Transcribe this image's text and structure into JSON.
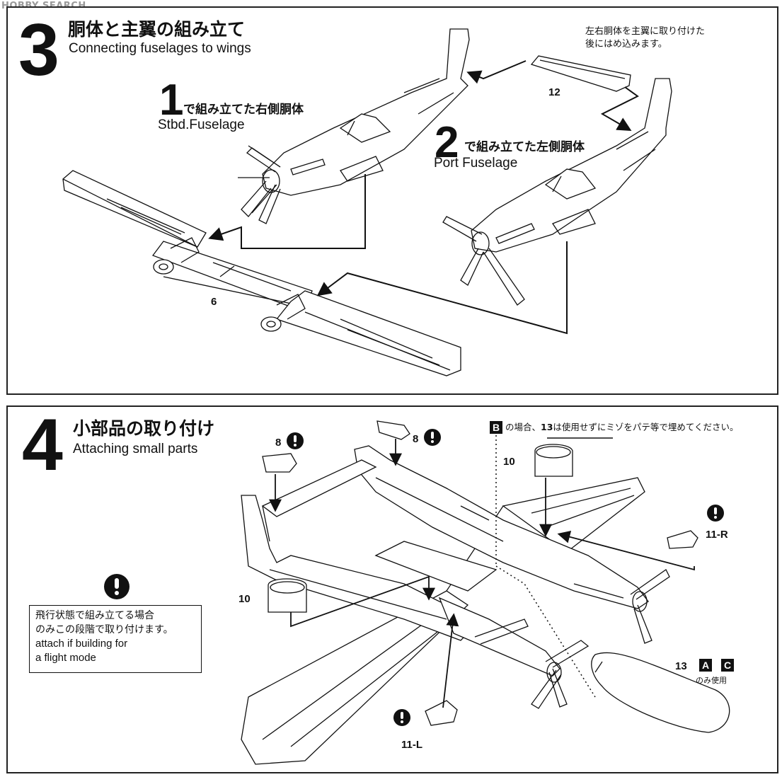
{
  "watermark": "HOBBY SEARCH",
  "step3": {
    "number": "3",
    "title_jp": "胴体と主翼の組み立て",
    "title_en": "Connecting fuselages to wings",
    "note_jp_line1": "左右胴体を主翼に取り付けた",
    "note_jp_line2": "後にはめ込みます。",
    "stbd": {
      "number": "1",
      "label_jp": "で組み立てた右側胴体",
      "label_en": "Stbd.Fuselage"
    },
    "port": {
      "number": "2",
      "label_jp": "で組み立てた左側胴体",
      "label_en": "Port Fuselage"
    },
    "part_wing": "6",
    "part_stab": "12"
  },
  "step4": {
    "number": "4",
    "title_jp": "小部品の取り付け",
    "title_en": "Attaching small parts",
    "note_b": {
      "badge": "B",
      "text_pre": "の場合、",
      "part": "13",
      "text_post": "は使用せずにミゾをパテ等で埋めてください。"
    },
    "parts": {
      "p8a": "8",
      "p8b": "8",
      "p10a": "10",
      "p10b": "10",
      "p11r": "11-R",
      "p11l": "11-L",
      "p13": "13",
      "p13_badge_a": "A",
      "p13_badge_c": "C",
      "p13_note": "のみ使用"
    },
    "notebox": {
      "jp_line1": "飛行状態で組み立てる場合",
      "jp_line2": "のみこの段階で取り付けます。",
      "en_line1": "attach if building for",
      "en_line2": "a flight mode"
    }
  },
  "colors": {
    "ink": "#111111",
    "paper": "#ffffff",
    "watermark": "#9a9a9a"
  },
  "icons": [
    "warning-exclamation-icon",
    "callout-arrow"
  ]
}
